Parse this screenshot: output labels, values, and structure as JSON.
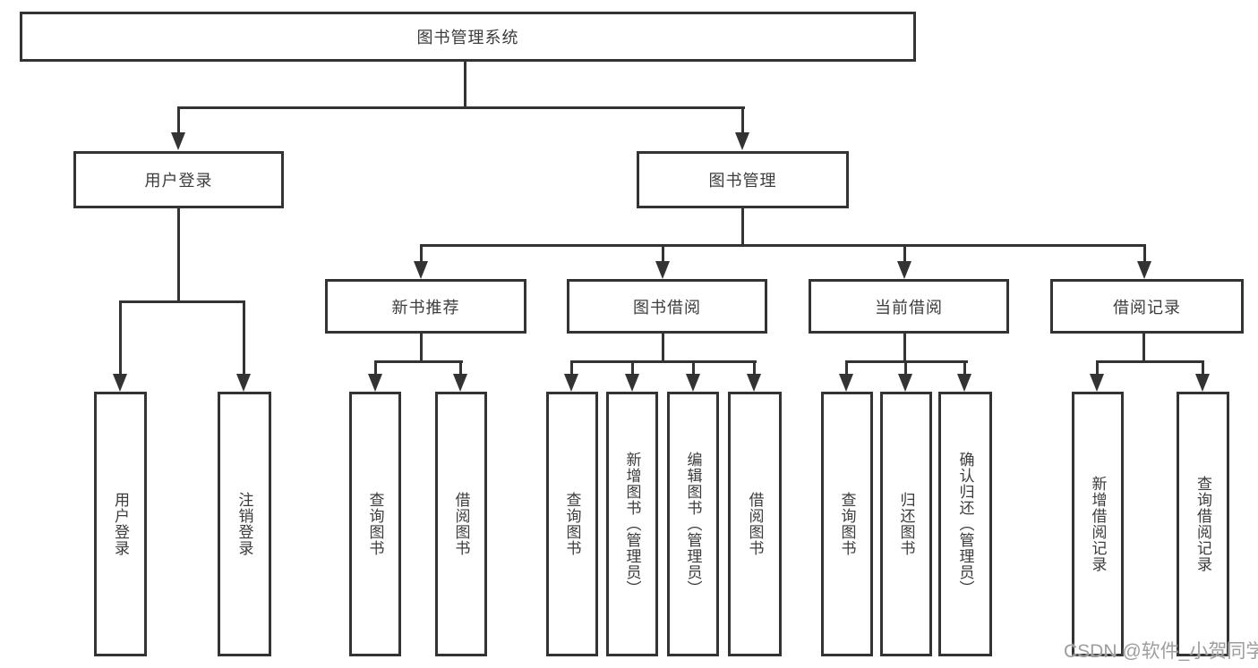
{
  "tree": {
    "label": "图书管理系统",
    "children": [
      {
        "label": "用户登录",
        "children": [
          {
            "label": "用户登录"
          },
          {
            "label": "注销登录"
          }
        ]
      },
      {
        "label": "图书管理",
        "children": [
          {
            "label": "新书推荐",
            "children": [
              {
                "label": "查询图书"
              },
              {
                "label": "借阅图书"
              }
            ]
          },
          {
            "label": "图书借阅",
            "children": [
              {
                "label": "查询图书"
              },
              {
                "label": "新增图书（管理员）"
              },
              {
                "label": "编辑图书（管理员）"
              },
              {
                "label": "借阅图书"
              }
            ]
          },
          {
            "label": "当前借阅",
            "children": [
              {
                "label": "查询图书"
              },
              {
                "label": "归还图书"
              },
              {
                "label": "确认归还（管理员）"
              }
            ]
          },
          {
            "label": "借阅记录",
            "children": [
              {
                "label": "新增借阅记录"
              },
              {
                "label": "查询借阅记录"
              }
            ]
          }
        ]
      }
    ]
  },
  "watermark": "CSDN @软件_小贺同学",
  "colors": {
    "line": "#333333",
    "box_border": "#333333",
    "text": "#3c3c3c",
    "watermark_text": "#9e9e9e",
    "background": "#ffffff"
  }
}
